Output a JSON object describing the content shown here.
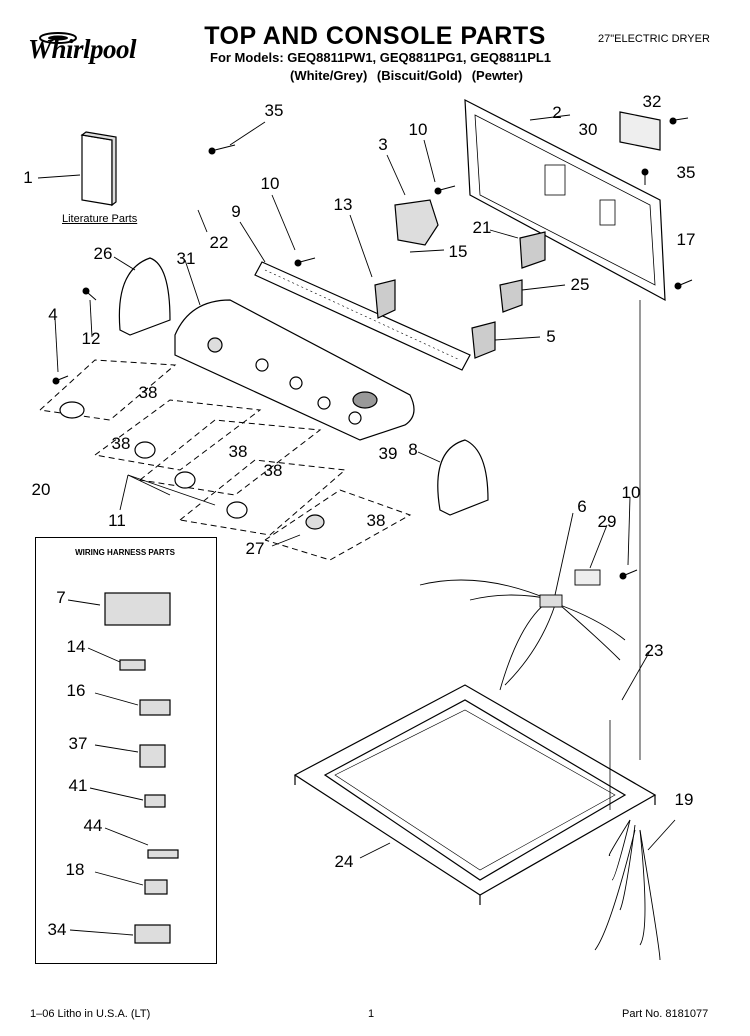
{
  "header": {
    "brand": "Whirlpool",
    "title": "TOP AND CONSOLE PARTS",
    "models": "For Models: GEQ8811PW1, GEQ8811PG1, GEQ8811PL1",
    "finishes": "(White/Grey)   (Biscuit/Gold)   (Pewter)",
    "dryer_type": "27\"ELECTRIC DRYER"
  },
  "literature_label": "Literature Parts",
  "harness_title": "WIRING HARNESS PARTS",
  "callouts": {
    "c1": "1",
    "c2": "2",
    "c3": "3",
    "c4": "4",
    "c5": "5",
    "c6": "6",
    "c7": "7",
    "c8": "8",
    "c9": "9",
    "c10a": "10",
    "c10b": "10",
    "c10c": "10",
    "c11": "11",
    "c12": "12",
    "c13": "13",
    "c14": "14",
    "c15": "15",
    "c16": "16",
    "c17": "17",
    "c18": "18",
    "c19": "19",
    "c20": "20",
    "c21": "21",
    "c22": "22",
    "c23": "23",
    "c24": "24",
    "c25": "25",
    "c26": "26",
    "c27": "27",
    "c29": "29",
    "c30": "30",
    "c31": "31",
    "c32": "32",
    "c34": "34",
    "c35a": "35",
    "c35b": "35",
    "c37": "37",
    "c38a": "38",
    "c38b": "38",
    "c38c": "38",
    "c38d": "38",
    "c38e": "38",
    "c39": "39",
    "c41": "41",
    "c44": "44"
  },
  "footer": {
    "litho": "1–06 Litho in U.S.A. (LT)",
    "page": "1",
    "part_no": "Part No. 8181077"
  }
}
